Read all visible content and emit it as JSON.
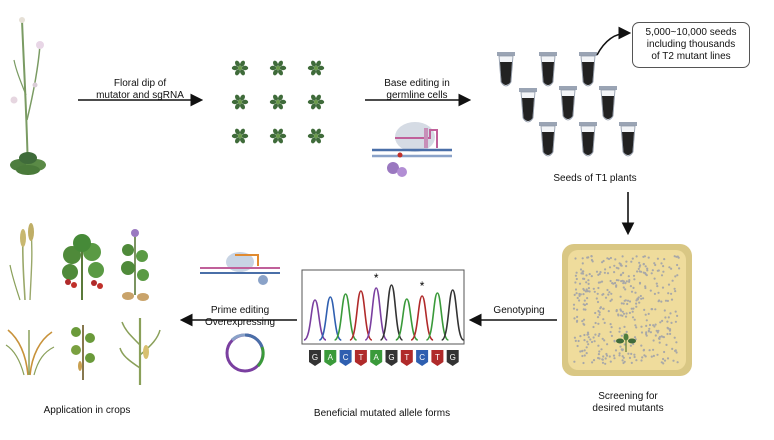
{
  "steps": {
    "floral_dip": [
      "Floral dip of",
      "mutator and sgRNA"
    ],
    "base_editing": [
      "Base editing in",
      "germline cells"
    ],
    "seeds_callout": [
      "5,000~10,000 seeds",
      "including thousands",
      "of T2 mutant lines"
    ],
    "seeds_t1": "Seeds of T1 plants",
    "genotyping": "Genotyping",
    "screening": [
      "Screening for",
      "desired mutants"
    ],
    "allele_forms": "Beneficial mutated allele forms",
    "prime_editing": [
      "Prime editing",
      "Overexpressing"
    ],
    "application": "Application in crops"
  },
  "sequence": {
    "bases": [
      "G",
      "A",
      "C",
      "T",
      "A",
      "G",
      "T",
      "C",
      "T",
      "G"
    ],
    "base_colors": {
      "A": "#3a9a3a",
      "C": "#2f5fb0",
      "G": "#333333",
      "T": "#b02a2a"
    },
    "peak_colors": [
      "#7a3fa0",
      "#2f5fb0",
      "#3a9a3a",
      "#b02a2a",
      "#7a3fa0",
      "#333333",
      "#3a9a3a",
      "#b02a2a",
      "#3a9a3a",
      "#333333"
    ],
    "marked_peaks": [
      4,
      7
    ]
  },
  "colors": {
    "plant_leaf": "#3f6b3a",
    "seed": "#222222",
    "plate": "#efdc9c",
    "plate_rim": "#d9c784"
  }
}
